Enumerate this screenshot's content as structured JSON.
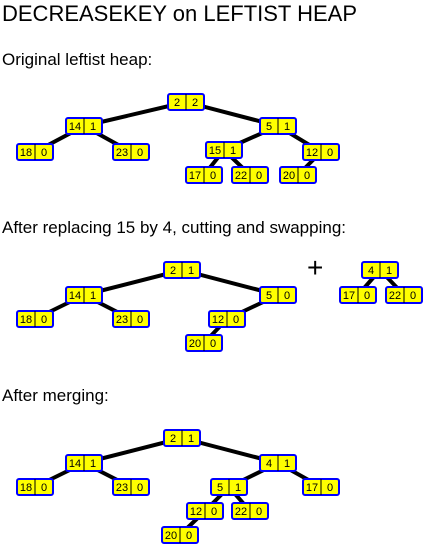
{
  "title": "DECREASEKEY on LEFTIST HEAP",
  "sections": [
    {
      "label": "Original leftist heap:",
      "nodes": [
        {
          "id": "a",
          "key": "2",
          "npl": "2"
        },
        {
          "id": "b",
          "key": "14",
          "npl": "1"
        },
        {
          "id": "c",
          "key": "5",
          "npl": "1"
        },
        {
          "id": "d",
          "key": "18",
          "npl": "0"
        },
        {
          "id": "e",
          "key": "23",
          "npl": "0"
        },
        {
          "id": "f",
          "key": "15",
          "npl": "1"
        },
        {
          "id": "g",
          "key": "12",
          "npl": "0"
        },
        {
          "id": "h",
          "key": "17",
          "npl": "0"
        },
        {
          "id": "i",
          "key": "22",
          "npl": "0"
        },
        {
          "id": "j",
          "key": "20",
          "npl": "0"
        }
      ],
      "edges": [
        [
          "a",
          "b"
        ],
        [
          "a",
          "c"
        ],
        [
          "b",
          "d"
        ],
        [
          "b",
          "e"
        ],
        [
          "c",
          "f"
        ],
        [
          "c",
          "g"
        ],
        [
          "f",
          "h"
        ],
        [
          "f",
          "i"
        ],
        [
          "g",
          "j"
        ]
      ]
    },
    {
      "label": "After replacing 15 by 4, cutting and swapping:",
      "plus": "+",
      "nodes": [
        {
          "id": "a",
          "key": "2",
          "npl": "1"
        },
        {
          "id": "b",
          "key": "14",
          "npl": "1"
        },
        {
          "id": "c",
          "key": "5",
          "npl": "0"
        },
        {
          "id": "d",
          "key": "18",
          "npl": "0"
        },
        {
          "id": "e",
          "key": "23",
          "npl": "0"
        },
        {
          "id": "g",
          "key": "12",
          "npl": "0"
        },
        {
          "id": "j",
          "key": "20",
          "npl": "0"
        },
        {
          "id": "p",
          "key": "4",
          "npl": "1"
        },
        {
          "id": "q",
          "key": "17",
          "npl": "0"
        },
        {
          "id": "r",
          "key": "22",
          "npl": "0"
        }
      ],
      "edges": [
        [
          "a",
          "b"
        ],
        [
          "a",
          "c"
        ],
        [
          "b",
          "d"
        ],
        [
          "b",
          "e"
        ],
        [
          "c",
          "g"
        ],
        [
          "g",
          "j"
        ],
        [
          "p",
          "q"
        ],
        [
          "p",
          "r"
        ]
      ]
    },
    {
      "label": "After merging:",
      "nodes": [
        {
          "id": "a",
          "key": "2",
          "npl": "1"
        },
        {
          "id": "b",
          "key": "14",
          "npl": "1"
        },
        {
          "id": "c",
          "key": "4",
          "npl": "1"
        },
        {
          "id": "d",
          "key": "18",
          "npl": "0"
        },
        {
          "id": "e",
          "key": "23",
          "npl": "0"
        },
        {
          "id": "f",
          "key": "5",
          "npl": "1"
        },
        {
          "id": "k",
          "key": "17",
          "npl": "0"
        },
        {
          "id": "g",
          "key": "12",
          "npl": "0"
        },
        {
          "id": "i",
          "key": "22",
          "npl": "0"
        },
        {
          "id": "j",
          "key": "20",
          "npl": "0"
        }
      ],
      "edges": [
        [
          "a",
          "b"
        ],
        [
          "a",
          "c"
        ],
        [
          "b",
          "d"
        ],
        [
          "b",
          "e"
        ],
        [
          "c",
          "f"
        ],
        [
          "c",
          "k"
        ],
        [
          "f",
          "g"
        ],
        [
          "f",
          "i"
        ],
        [
          "g",
          "j"
        ]
      ]
    }
  ]
}
